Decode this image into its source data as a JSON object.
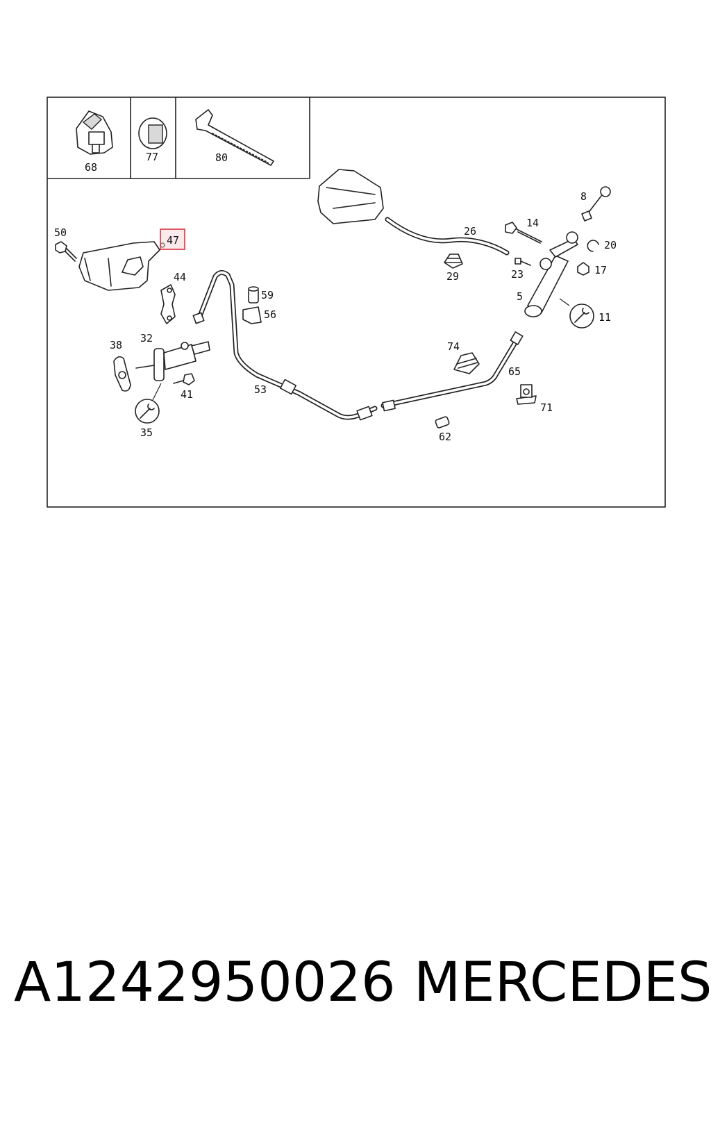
{
  "diagram": {
    "highlight_color": "#d9343f",
    "highlighted_part": "47",
    "inset_labels": [
      "68",
      "77",
      "80"
    ],
    "part_labels": {
      "p8": "8",
      "p14": "14",
      "p20": "20",
      "p17": "17",
      "p26": "26",
      "p29": "29",
      "p23": "23",
      "p5": "5",
      "p11": "11",
      "p50": "50",
      "p47": "47",
      "p44": "44",
      "p59": "59",
      "p56": "56",
      "p38": "38",
      "p32": "32",
      "p41": "41",
      "p35": "35",
      "p53": "53",
      "p74": "74",
      "p65": "65",
      "p71": "71",
      "p62": "62"
    }
  },
  "caption": {
    "part_number": "A1242950026",
    "brand": "MERCEDES"
  }
}
